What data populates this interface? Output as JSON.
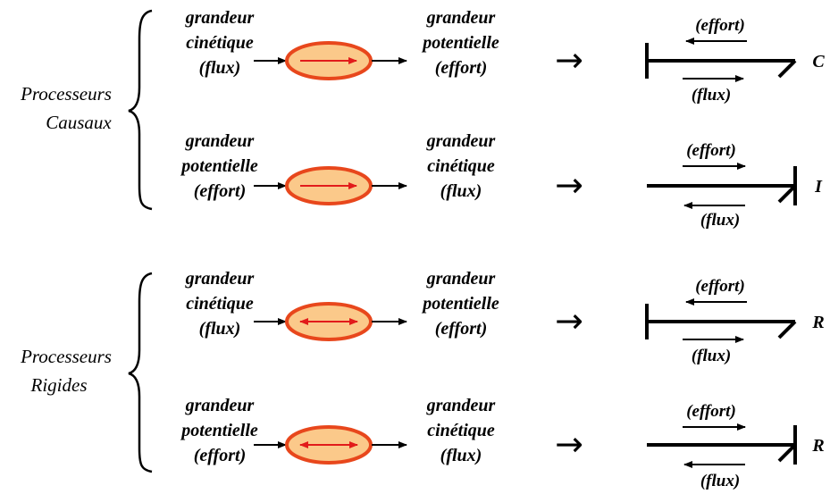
{
  "groups": [
    {
      "line1": "Processeurs",
      "line2": "Causaux"
    },
    {
      "line1": "Processeurs",
      "line2": "Rigides"
    }
  ],
  "rows": [
    {
      "input": [
        "grandeur",
        "cinétique",
        "(flux)"
      ],
      "output": [
        "grandeur",
        "potentielle",
        "(effort)"
      ],
      "arrow_type": "single",
      "bond_top": "(effort)",
      "bond_bottom": "(flux)",
      "element": "C"
    },
    {
      "input": [
        "grandeur",
        "potentielle",
        "(effort)"
      ],
      "output": [
        "grandeur",
        "cinétique",
        "(flux)"
      ],
      "arrow_type": "single",
      "bond_top": "(effort)",
      "bond_bottom": "(flux)",
      "element": "I"
    },
    {
      "input": [
        "grandeur",
        "cinétique",
        "(flux)"
      ],
      "output": [
        "grandeur",
        "potentielle",
        "(effort)"
      ],
      "arrow_type": "double",
      "bond_top": "(effort)",
      "bond_bottom": "(flux)",
      "element": "R"
    },
    {
      "input": [
        "grandeur",
        "potentielle",
        "(effort)"
      ],
      "output": [
        "grandeur",
        "cinétique",
        "(flux)"
      ],
      "arrow_type": "double",
      "bond_top": "(effort)",
      "bond_bottom": "(flux)",
      "element": "R"
    }
  ],
  "implies_symbol": "→",
  "colors": {
    "ellipse_fill": "#fbc98a",
    "ellipse_stroke": "#e8471c",
    "inner_arrow": "#e21b1b",
    "ink": "#000000"
  }
}
